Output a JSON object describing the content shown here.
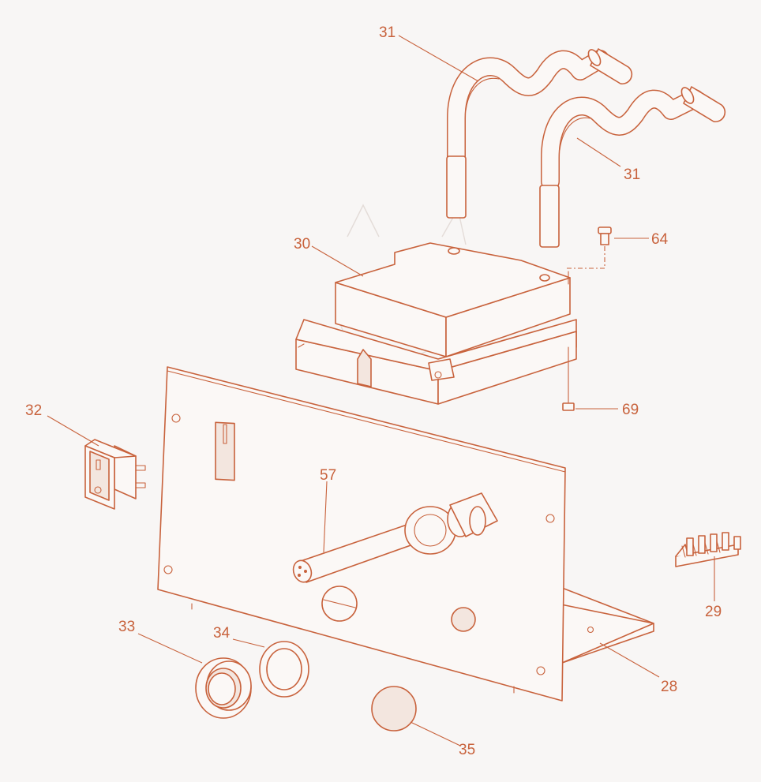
{
  "diagram": {
    "type": "exploded-parts-view",
    "line_color": "#c8623c",
    "background_color": "#f8f6f5",
    "callouts": {
      "c31a": "31",
      "c31b": "31",
      "c64": "64",
      "c30": "30",
      "c69": "69",
      "c32": "32",
      "c57": "57",
      "c29": "29",
      "c28": "28",
      "c33": "33",
      "c34": "34",
      "c35": "35"
    }
  }
}
